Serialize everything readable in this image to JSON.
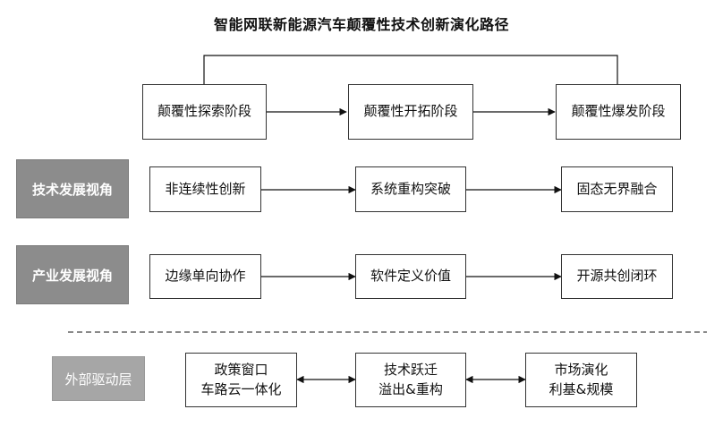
{
  "title": "智能网联新能源汽车颠覆性技术创新演化路径",
  "stages": [
    "颠覆性探索阶段",
    "颠覆性开拓阶段",
    "颠覆性爆发阶段"
  ],
  "tech_view": {
    "label": "技术发展视角",
    "steps": [
      "非连续性创新",
      "系统重构突破",
      "固态无界融合"
    ]
  },
  "industry_view": {
    "label": "产业发展视角",
    "steps": [
      "边缘单向协作",
      "软件定义价值",
      "开源共创闭环"
    ]
  },
  "external": {
    "label": "外部驱动层",
    "drivers": [
      {
        "line1": "政策窗口",
        "line2": "车路云一体化"
      },
      {
        "line1": "技术跃迁",
        "line2": "溢出&重构"
      },
      {
        "line1": "市场演化",
        "line2": "利基&规模"
      }
    ]
  },
  "colors": {
    "dark_label": "#8c8c8c",
    "light_label": "#a6a6a6",
    "line": "#111111"
  }
}
